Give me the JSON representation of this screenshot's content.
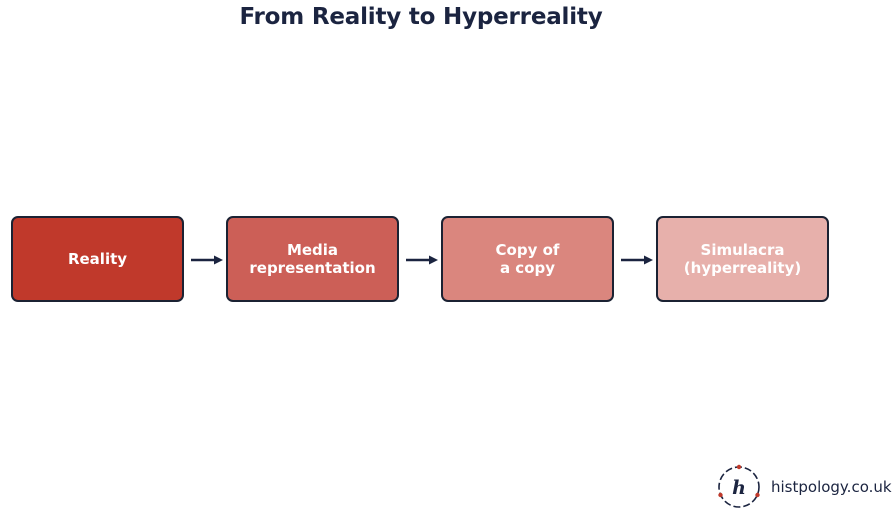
{
  "title": "From Reality to Hyperreality",
  "steps": [
    {
      "label": "Reality",
      "color": "#c0392b"
    },
    {
      "label": "Media\nrepresentation",
      "color": "#cc5f57"
    },
    {
      "label": "Copy of\na copy",
      "color": "#da867e"
    },
    {
      "label": "Simulacra\n(hyperreality)",
      "color": "#e7b0ab"
    }
  ],
  "brand": {
    "logo_text": "h",
    "site": "histpology.co.uk"
  },
  "colors": {
    "title": "#1b2440",
    "arrow": "#1b2440",
    "border": "#1b2233"
  }
}
